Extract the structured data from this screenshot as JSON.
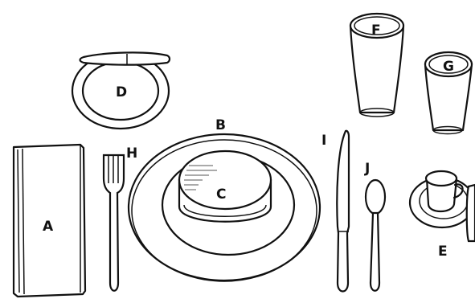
{
  "labels": {
    "A": "A",
    "B": "B",
    "C": "C",
    "D": "D",
    "E": "E",
    "F": "F",
    "G": "G",
    "H": "H",
    "I": "I",
    "J": "J"
  }
}
